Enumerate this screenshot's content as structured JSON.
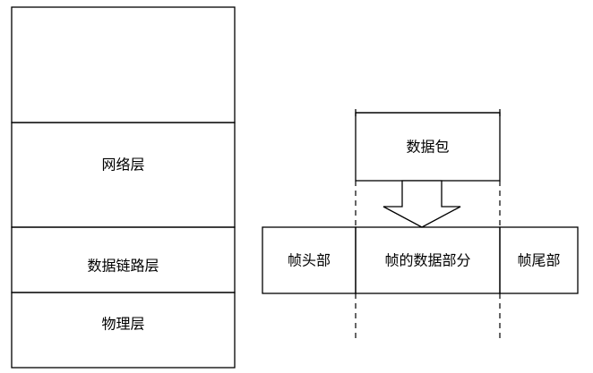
{
  "layer_stack": {
    "layers": [
      {
        "label": ""
      },
      {
        "label": "网络层"
      },
      {
        "label": "数据链路层"
      },
      {
        "label": "物理层"
      }
    ]
  },
  "encapsulation": {
    "packet_label": "数据包",
    "frame_segments": [
      {
        "label": "帧头部"
      },
      {
        "label": "帧的数据部分"
      },
      {
        "label": "帧尾部"
      }
    ]
  },
  "colors": {
    "stroke": "#000000",
    "background": "#ffffff"
  }
}
